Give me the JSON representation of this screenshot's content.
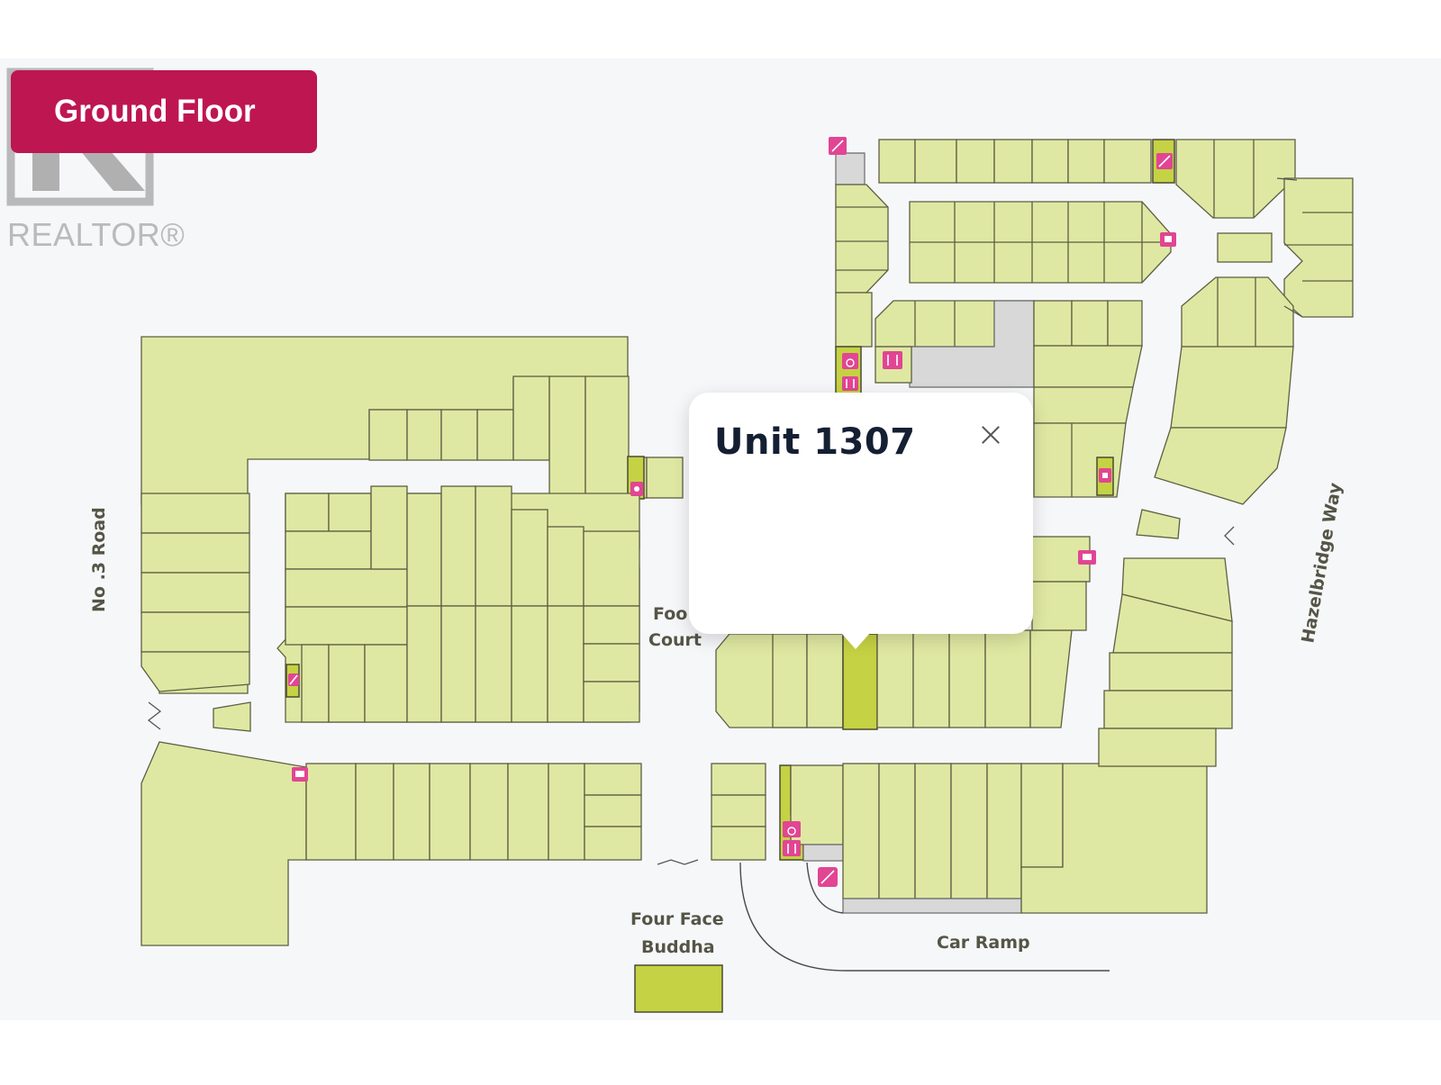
{
  "floor_badge": {
    "label": "Ground Floor",
    "color": "#be1650"
  },
  "watermark": {
    "text": "REALTOR®"
  },
  "popup": {
    "title": "Unit 1307",
    "close_icon": "close-icon"
  },
  "labels": {
    "food_court_line1": "Foo",
    "food_court_line2": "Court",
    "buddha_line1": "Four Face",
    "buddha_line2": "Buddha",
    "car_ramp": "Car Ramp",
    "road_left": "No .3 Road",
    "road_right": "Hazelbridge Way"
  },
  "legend_icons": [
    "escalator-icon",
    "wheelchair-icon",
    "restroom-icon",
    "atm-icon",
    "elevator-icon"
  ],
  "colors": {
    "unit_fill": "#dfe8a2",
    "selected_unit": "#c5d243",
    "service_area": "#d8d8d8",
    "icon_pink": "#e24593",
    "page_bg": "#f6f7f9"
  }
}
